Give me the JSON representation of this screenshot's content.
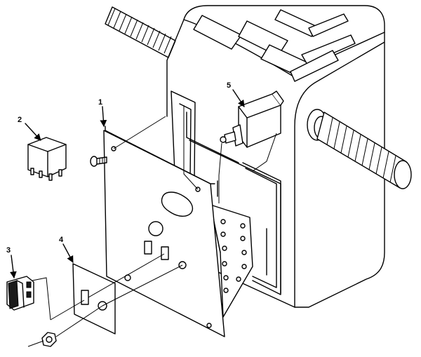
{
  "callouts": [
    {
      "id": "1",
      "part": "mounting-plate"
    },
    {
      "id": "2",
      "part": "relay"
    },
    {
      "id": "3",
      "part": "rocker-switch"
    },
    {
      "id": "4",
      "part": "switch-plate"
    },
    {
      "id": "5",
      "part": "toggle-switch-assembly"
    }
  ],
  "colors": {
    "line": "#000000",
    "background": "#ffffff"
  }
}
